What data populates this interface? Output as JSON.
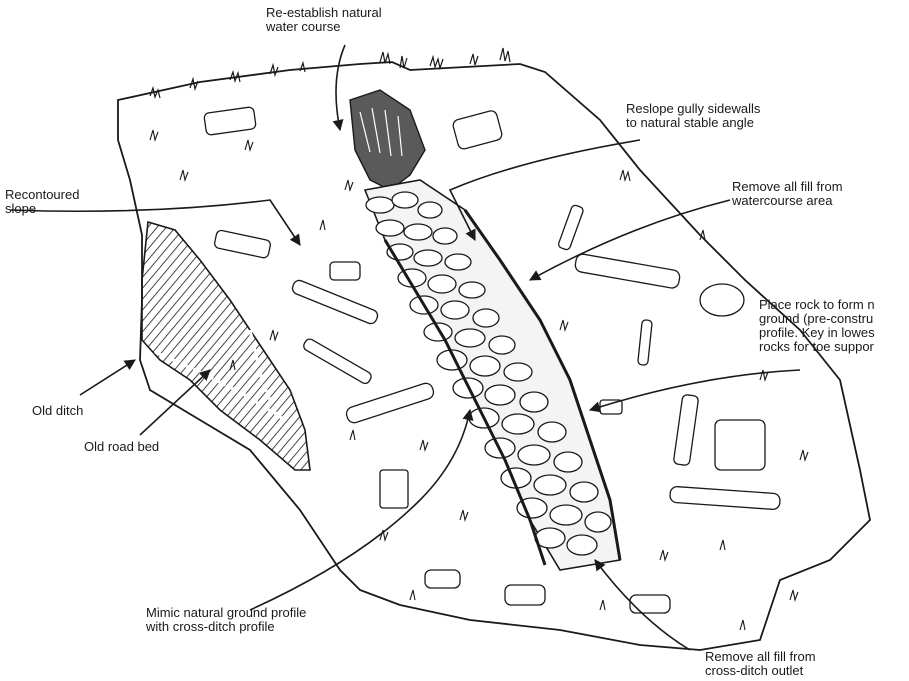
{
  "labels": {
    "natural_water_course": [
      "Re-establish natural",
      "water course"
    ],
    "reslope_gully": [
      "Reslope gully sidewalls",
      "to natural stable angle"
    ],
    "recontoured_slope": [
      "Recontoured",
      "slope"
    ],
    "remove_fill_watercourse": [
      "Remove all fill from",
      "watercourse area"
    ],
    "place_rock": [
      "Place rock to form n",
      "ground (pre-constru",
      "profile. Key in lowes",
      "rocks for toe suppor"
    ],
    "old_ditch": [
      "Old ditch"
    ],
    "old_road_bed": [
      "Old road bed"
    ],
    "mimic_ground_profile": [
      "Mimic natural ground profile",
      "with cross-ditch profile"
    ],
    "remove_fill_outlet": [
      "Remove all fill from",
      "cross-ditch outlet"
    ]
  },
  "colors": {
    "ink": "#1a1a1a",
    "background": "#ffffff",
    "rock_fill": "#f4f4f4",
    "shade": "#5a5a5a"
  }
}
